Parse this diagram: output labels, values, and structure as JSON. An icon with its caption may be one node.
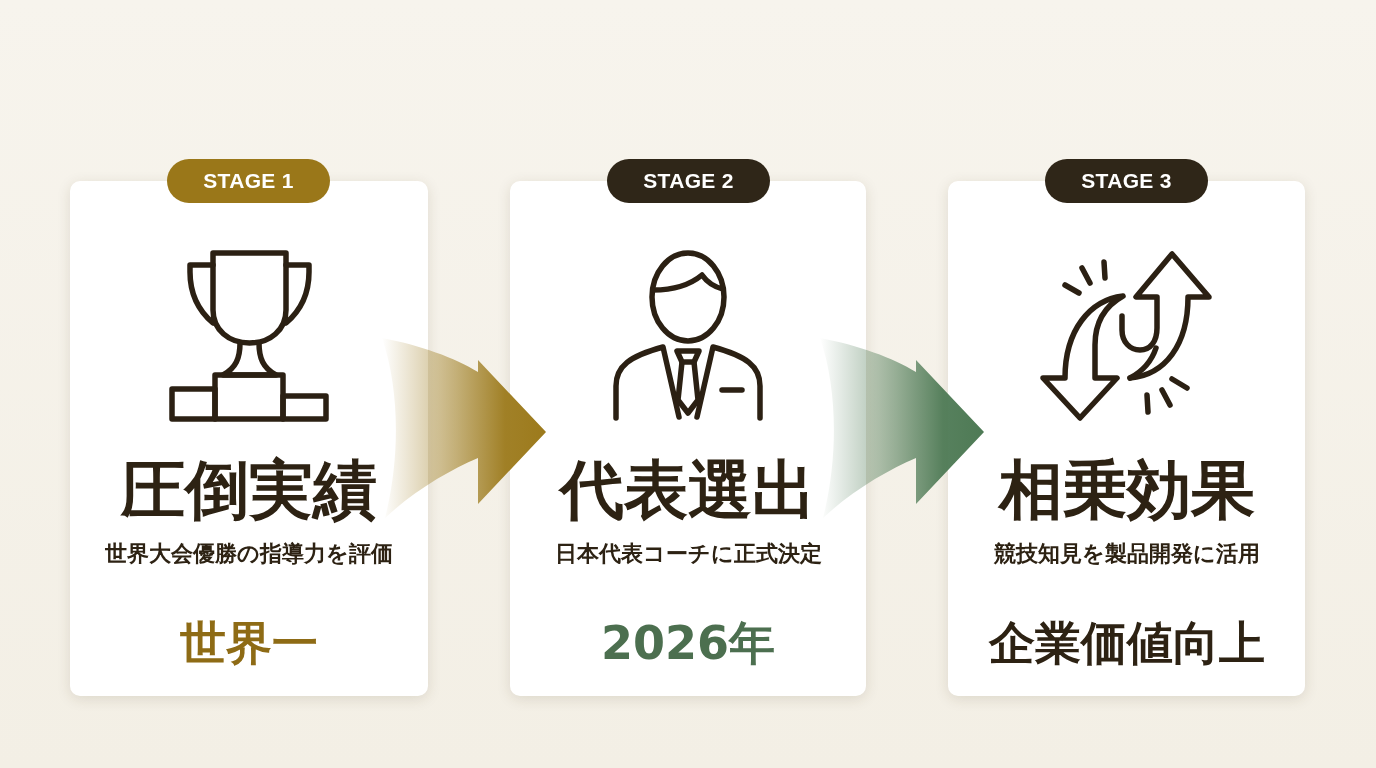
{
  "diagram": {
    "nodes": [
      {
        "text": [
          "STAGE 1"
        ]
      },
      {
        "text": [
          "圧倒実績",
          "世界大会優勝の指導力を評価",
          "世界一"
        ]
      },
      {
        "text": [
          "STAGE 2"
        ]
      },
      {
        "text": [
          "代表選出",
          "日本代表コーチに正式決定",
          "2026年"
        ]
      },
      {
        "text": [
          "STAGE 3"
        ]
      },
      {
        "text": [
          "相乗効果",
          "競技知見を製品開発に活用",
          "企業価値向上"
        ]
      }
    ],
    "edges": [
      {
        "from": 1,
        "to": 3,
        "arrow": "to",
        "color": "#9c7a1c"
      },
      {
        "from": 3,
        "to": 5,
        "arrow": "to",
        "color": "#4e7a55"
      }
    ]
  }
}
